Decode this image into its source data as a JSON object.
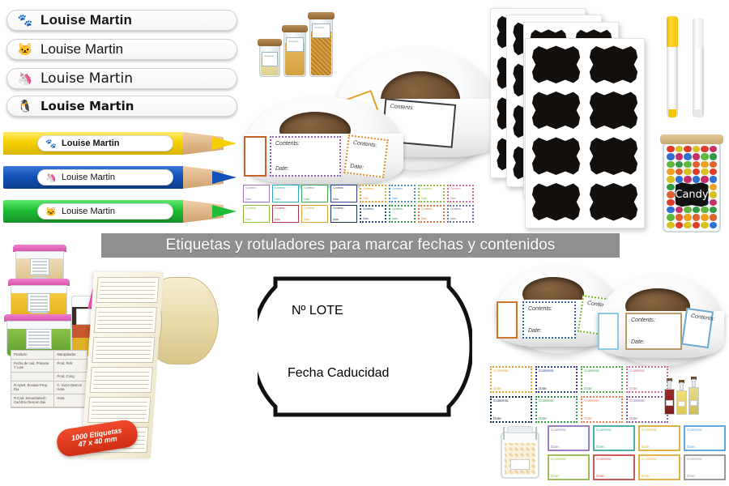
{
  "banner": {
    "text": "Etiquetas y rotuladores para marcar fechas y contenidos"
  },
  "name_stickers": {
    "section_label": "name-stickers",
    "items": [
      {
        "icon": "paw-print-icon",
        "glyph": "🐾",
        "name": "Louise Martin"
      },
      {
        "icon": "cat-face-icon",
        "glyph": "🐱",
        "name": "Louise Martin"
      },
      {
        "icon": "unicorn-icon",
        "glyph": "🦄",
        "name": "Louise Martin"
      },
      {
        "icon": "penguin-icon",
        "glyph": "🐧",
        "name": "Louise Martin"
      }
    ]
  },
  "pencils": [
    {
      "color": "#f5d000",
      "tip": "#f5d000",
      "icon": "paw-print-icon",
      "glyph": "🐾",
      "name": "Louise Martin"
    },
    {
      "color": "#1352b8",
      "tip": "#1352b8",
      "icon": "unicorn-icon",
      "glyph": "🦄",
      "name": "Louise Martin"
    },
    {
      "color": "#1fbd35",
      "tip": "#1fbd35",
      "icon": "cat-face-icon",
      "glyph": "🐱",
      "name": "Louise Martin"
    }
  ],
  "roll_labels": {
    "contents_label": "Contents:",
    "date_label": "Date:",
    "roll_front_border": "#3c3c3c",
    "roll_back_border": "#e0a326",
    "roll_purple_border": "#8e63c4",
    "roll_orange_border": "#e08a2a"
  },
  "label_chip_strip": {
    "contents_label": "Contents:",
    "date_label": "Date:",
    "row1_colors": [
      "#9b6fc4",
      "#2fa8c4",
      "#3ca35a",
      "#2f3f8f",
      "#e6a12c",
      "#4a8fd0",
      "#8dbf3c",
      "#d16a9a"
    ],
    "row2_colors": [
      "#8dbf3c",
      "#a8334a",
      "#d9a636",
      "#16324f",
      "#25407e",
      "#2f9a47",
      "#e0743c",
      "#6a6fa8"
    ]
  },
  "chalkboard": {
    "sheet_count": 4,
    "stickers_per_sheet": 8,
    "sticker_color": "#120f0d",
    "jar": {
      "label_text": "Candy",
      "label_color": "#111111",
      "lid_color": "#d9bd8c"
    }
  },
  "markers": [
    {
      "name": "yellow-chalk-marker",
      "cap_color": "#f5c518"
    },
    {
      "name": "white-chalk-marker",
      "cap_color": "#ededed"
    }
  ],
  "food_label_table": {
    "rows": [
      [
        "Producto",
        "Manipulador"
      ],
      [
        "Fecha de cad. Primaria Y Lote",
        "Prod. Refr."
      ],
      [
        "",
        "Prod. Cong."
      ],
      [
        "R-Apert. Envase-Prep. Dia",
        "C- Inicio Descon Hora"
      ],
      [
        "R-Cad. Secundaria/C-Cad.Env Descon Dia",
        "Hora"
      ]
    ]
  },
  "label_roll_badge": {
    "line1": "1000 Etiquetas",
    "line2": "47 x 40 mm",
    "badge_color": "#e03c1e"
  },
  "price_gun_label": {
    "line1": "Nº LOTE",
    "line2": "Fecha Caducidad",
    "border_color": "#111111"
  },
  "bottom_right_labels": {
    "contents_label": "Contents:",
    "date_label": "Date:",
    "dotted_row1_colors": [
      "#e6a12c",
      "#2f3f8f",
      "#4aa84a",
      "#d16a9a"
    ],
    "dotted_row2_colors": [
      "#16324f",
      "#2f9a47",
      "#e8814c",
      "#8b5fa8"
    ],
    "plain_row1_colors": [
      "#9b7fc0",
      "#4fb0a8",
      "#d9b24a",
      "#62a8d8"
    ],
    "plain_row2_colors": [
      "#9cbf5a",
      "#c75e5e",
      "#e0b44a",
      "#9a9a9a"
    ]
  },
  "background_color": "#ffffff"
}
